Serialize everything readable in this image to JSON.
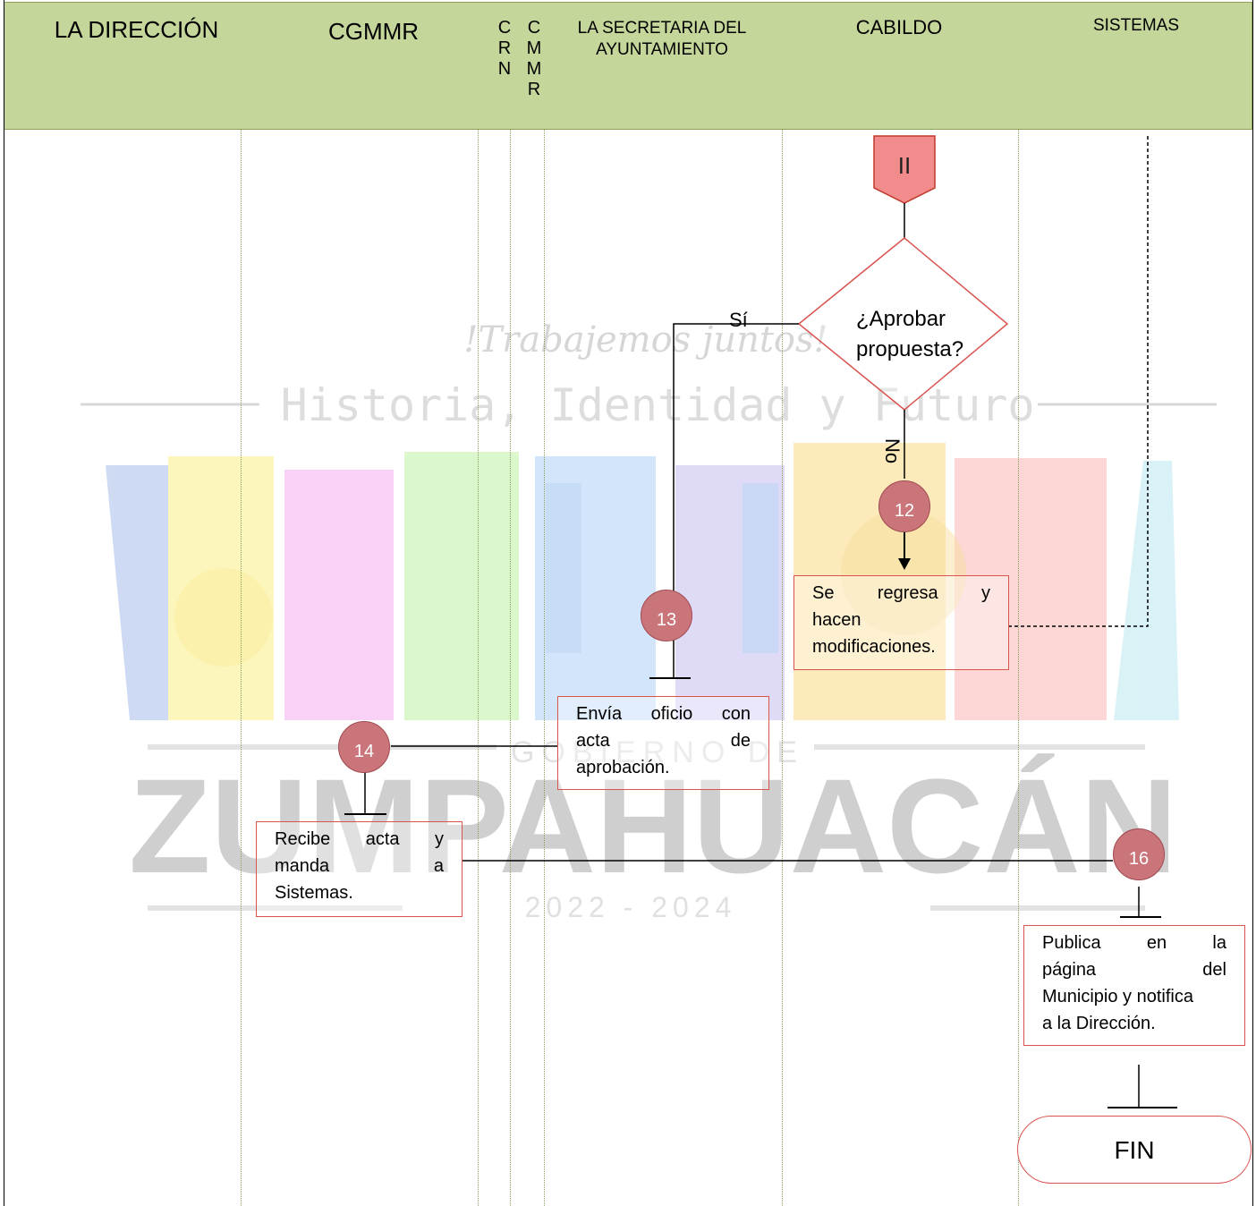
{
  "lanes": {
    "direccion": "LA DIRECCIÓN",
    "cgmmr": "CGMMR",
    "crnr": "C\nR\nN",
    "cmmr": "C\nM\nM\nR",
    "secretaria": "LA SECRETARIA DEL\nAYUNTAMIENTO",
    "cabildo": "CABILDO",
    "sistemas": "SISTEMAS"
  },
  "connector_offpage": "II",
  "decision": {
    "text": "¿Aprobar\npropuesta?",
    "yes": "Sí",
    "no": "No"
  },
  "nodes": {
    "n12": "12",
    "n13": "13",
    "n14": "14",
    "n16": "16"
  },
  "steps": {
    "s12": [
      "Se regresa y",
      "hacen",
      "modificaciones."
    ],
    "s13": [
      "Envía oficio con",
      "acta de",
      "aprobación."
    ],
    "s14": [
      "Recibe acta y",
      "manda a",
      "Sistemas."
    ],
    "s16": [
      "Publica en la",
      "página del",
      "Municipio y notifica",
      "a la Dirección."
    ]
  },
  "end": "FIN",
  "watermark": {
    "slogan": "!Trabajemos juntos!",
    "subtitle": "Historia, Identidad y Futuro",
    "gobierno": "GOBIERNO DE",
    "municipio": "ZUMPAHUACÁN",
    "years": "2022  -  2024"
  },
  "colors": {
    "header": "#c5d69b",
    "node": "#c9757a",
    "box_border": "#d9534f"
  }
}
